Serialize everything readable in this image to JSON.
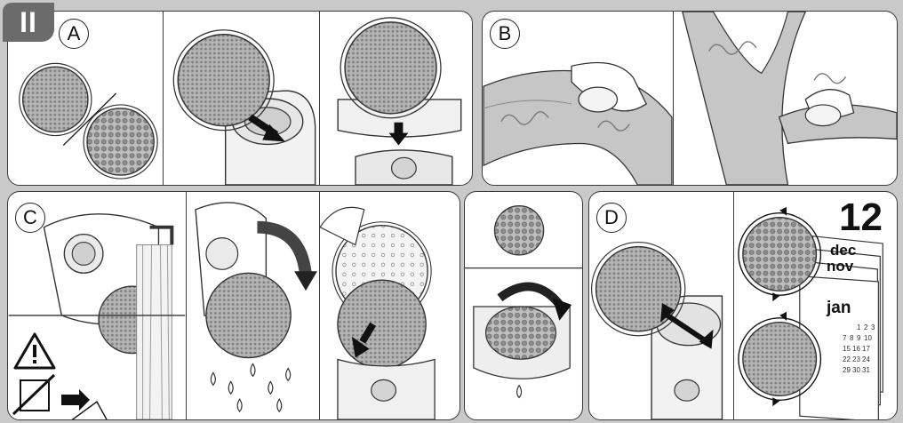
{
  "section": {
    "label": "II"
  },
  "steps": {
    "a": "A",
    "b": "B",
    "c": "C",
    "d": "D"
  },
  "calendar": {
    "number": "12",
    "months": [
      "dec",
      "nov",
      "jan"
    ],
    "days": [
      "1",
      "2",
      "3",
      "7",
      "8",
      "9",
      "10",
      "15",
      "16",
      "17",
      "22",
      "23",
      "24",
      "29",
      "30",
      "31"
    ]
  },
  "icons": [
    "warning-triangle-icon",
    "no-sharp-objects-icon"
  ],
  "colors": {
    "background": "#c9c9c9",
    "panel": "#ffffff",
    "line": "#3a3a3a",
    "badge": "#6b6b6b",
    "bristle": "#a8a8a8"
  }
}
